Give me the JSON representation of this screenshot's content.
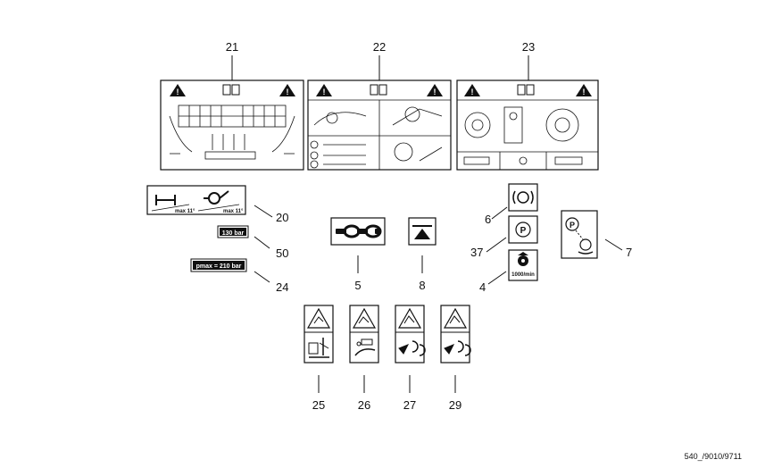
{
  "diagram": {
    "callouts": {
      "c21": "21",
      "c22": "22",
      "c23": "23",
      "c20": "20",
      "c50": "50",
      "c24": "24",
      "c5": "5",
      "c8": "8",
      "c6": "6",
      "c37": "37",
      "c4": "4",
      "c7": "7",
      "c25": "25",
      "c26": "26",
      "c27": "27",
      "c29": "29"
    },
    "decal_text": {
      "pressure_130": "130 bar",
      "pmax": "pmax = 210 bar",
      "rpm": "1000/min",
      "parking_p": "P",
      "parking_p_alt": "P",
      "tilt_left": "max 11°",
      "tilt_right": "max 11°"
    },
    "reference_code": "540_/9010/9711"
  }
}
